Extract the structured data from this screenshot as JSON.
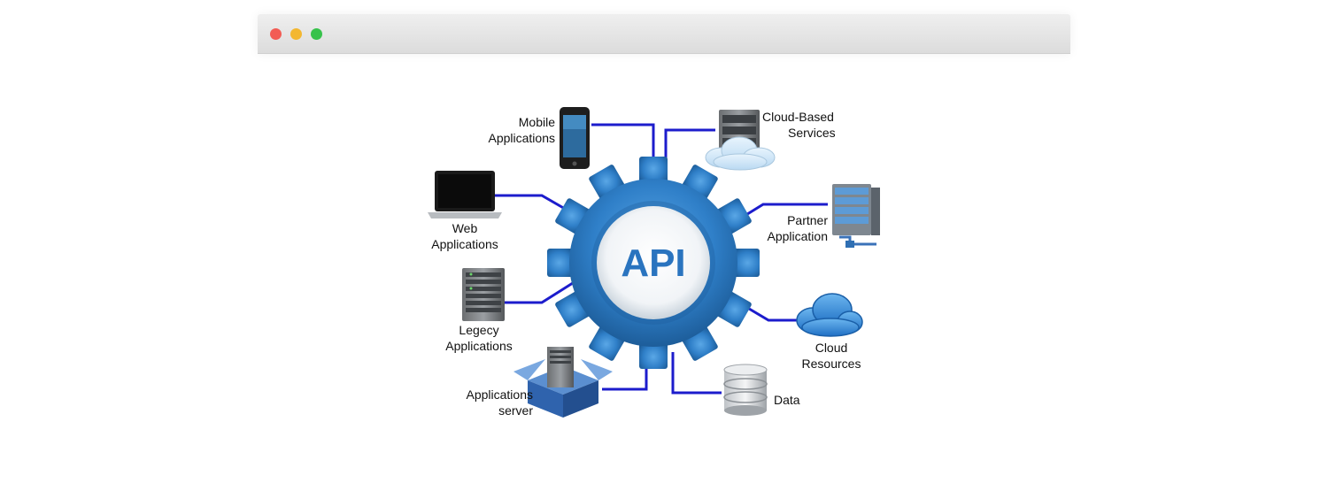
{
  "window": {
    "buttons": [
      "close",
      "minimize",
      "maximize"
    ],
    "colors": {
      "close": "#f25c54",
      "minimize": "#f3b730",
      "maximize": "#37c24b"
    }
  },
  "diagram": {
    "center_label": "API",
    "colors": {
      "connector": "#1c1ccc",
      "gear": "#2f7fc8",
      "gear_dark": "#1d5d9a",
      "center_text": "#2a74bf"
    },
    "nodes": {
      "mobile": {
        "line1": "Mobile",
        "line2": "Applications",
        "icon": "smartphone-icon"
      },
      "cloud_services": {
        "line1": "Cloud-Based",
        "line2": "Services",
        "icon": "cloud-server-icon"
      },
      "web": {
        "line1": "Web",
        "line2": "Applications",
        "icon": "laptop-icon"
      },
      "partner": {
        "line1": "Partner",
        "line2": "Application",
        "icon": "server-tower-icon"
      },
      "legacy": {
        "line1": "Legecy",
        "line2": "Applications",
        "icon": "server-rack-icon"
      },
      "cloud_resources": {
        "line1": "Cloud",
        "line2": "Resources",
        "icon": "cloud-icon"
      },
      "app_server": {
        "line1": "Applications",
        "line2": "server",
        "icon": "server-box-icon"
      },
      "data": {
        "line1": "Data",
        "icon": "database-icon"
      }
    }
  }
}
